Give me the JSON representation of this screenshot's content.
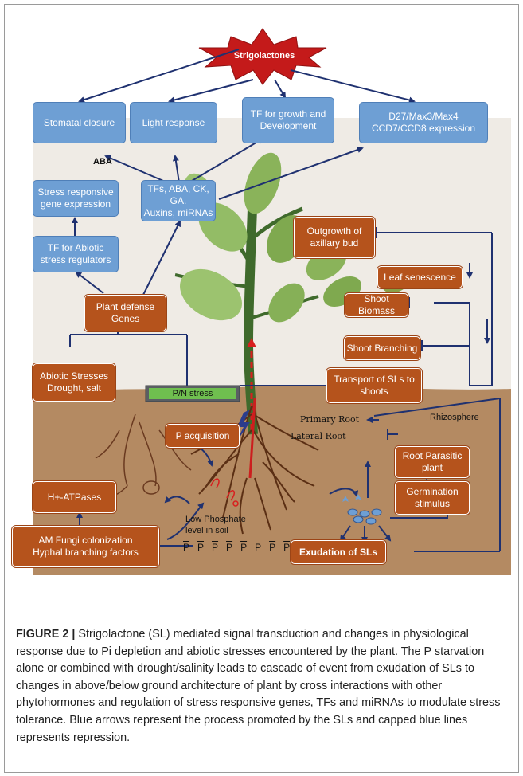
{
  "figure": {
    "center_title": "Strigolactones",
    "top_boxes": {
      "stomatal": "Stomatal closure",
      "light": "Light response",
      "tf_growth": "TF for growth and\nDevelopment",
      "d27": "D27/Max3/Max4\nCCD7/CCD8 expression"
    },
    "aba_label": "ABA",
    "mid_boxes": {
      "stress_gene": "Stress responsive\ngene expression",
      "tfs_hormones": "TFs, ABA, CK, GA.\nAuxins, miRNAs",
      "tf_abiotic": "TF for Abiotic\nstress regulators"
    },
    "orange_boxes": {
      "plant_defense": "Plant defense\nGenes",
      "abiotic": "Abiotic Stresses\nDrought, salt",
      "outgrowth": "Outgrowth of\naxillary bud",
      "leaf_senescence": "Leaf senescence",
      "shoot_biomass": "Shoot Biomass",
      "shoot_branching": "Shoot Branching",
      "transport": "Transport of SLs to\nshoots",
      "p_acquisition": "P acquisition",
      "h_atpases": "H+-ATPases",
      "am_fungi": "AM Fungi colonization\nHyphal branching factors",
      "root_parasitic": "Root Parasitic\nplant",
      "germination": "Germination\nstimulus",
      "exudation": "Exudation of SLs"
    },
    "pn_stress": "P/N stress",
    "labels": {
      "rhizosphere": "Rhizosphere",
      "primary_root": "Primary Root",
      "lateral_root": "Lateral Root",
      "low_phosphate": "Low Phosphate\nlevel in soil"
    },
    "phosphate_row": [
      "P",
      "P",
      "P",
      "P",
      "P",
      "P",
      "P",
      "P"
    ]
  },
  "caption": {
    "label": "FIGURE 2 |",
    "text": " Strigolactone (SL) mediated signal transduction and changes in physiological response due to Pi depletion and abiotic stresses encountered by the plant. The P starvation alone or combined with drought/salinity leads to cascade of event from exudation of SLs to changes in above/below ground architecture of plant by cross interactions with other phytohormones and regulation of stress responsive genes, TFs and miRNAs to modulate stress tolerance. Blue arrows represent the process promoted by the SLs and capped blue lines represents repression."
  },
  "colors": {
    "blue_box": "#6e9fd4",
    "orange_box": "#b5531c",
    "arrow": "#1f3170",
    "soil": "#b48a62",
    "sky": "#efebe5",
    "star": "#c41a1a"
  }
}
